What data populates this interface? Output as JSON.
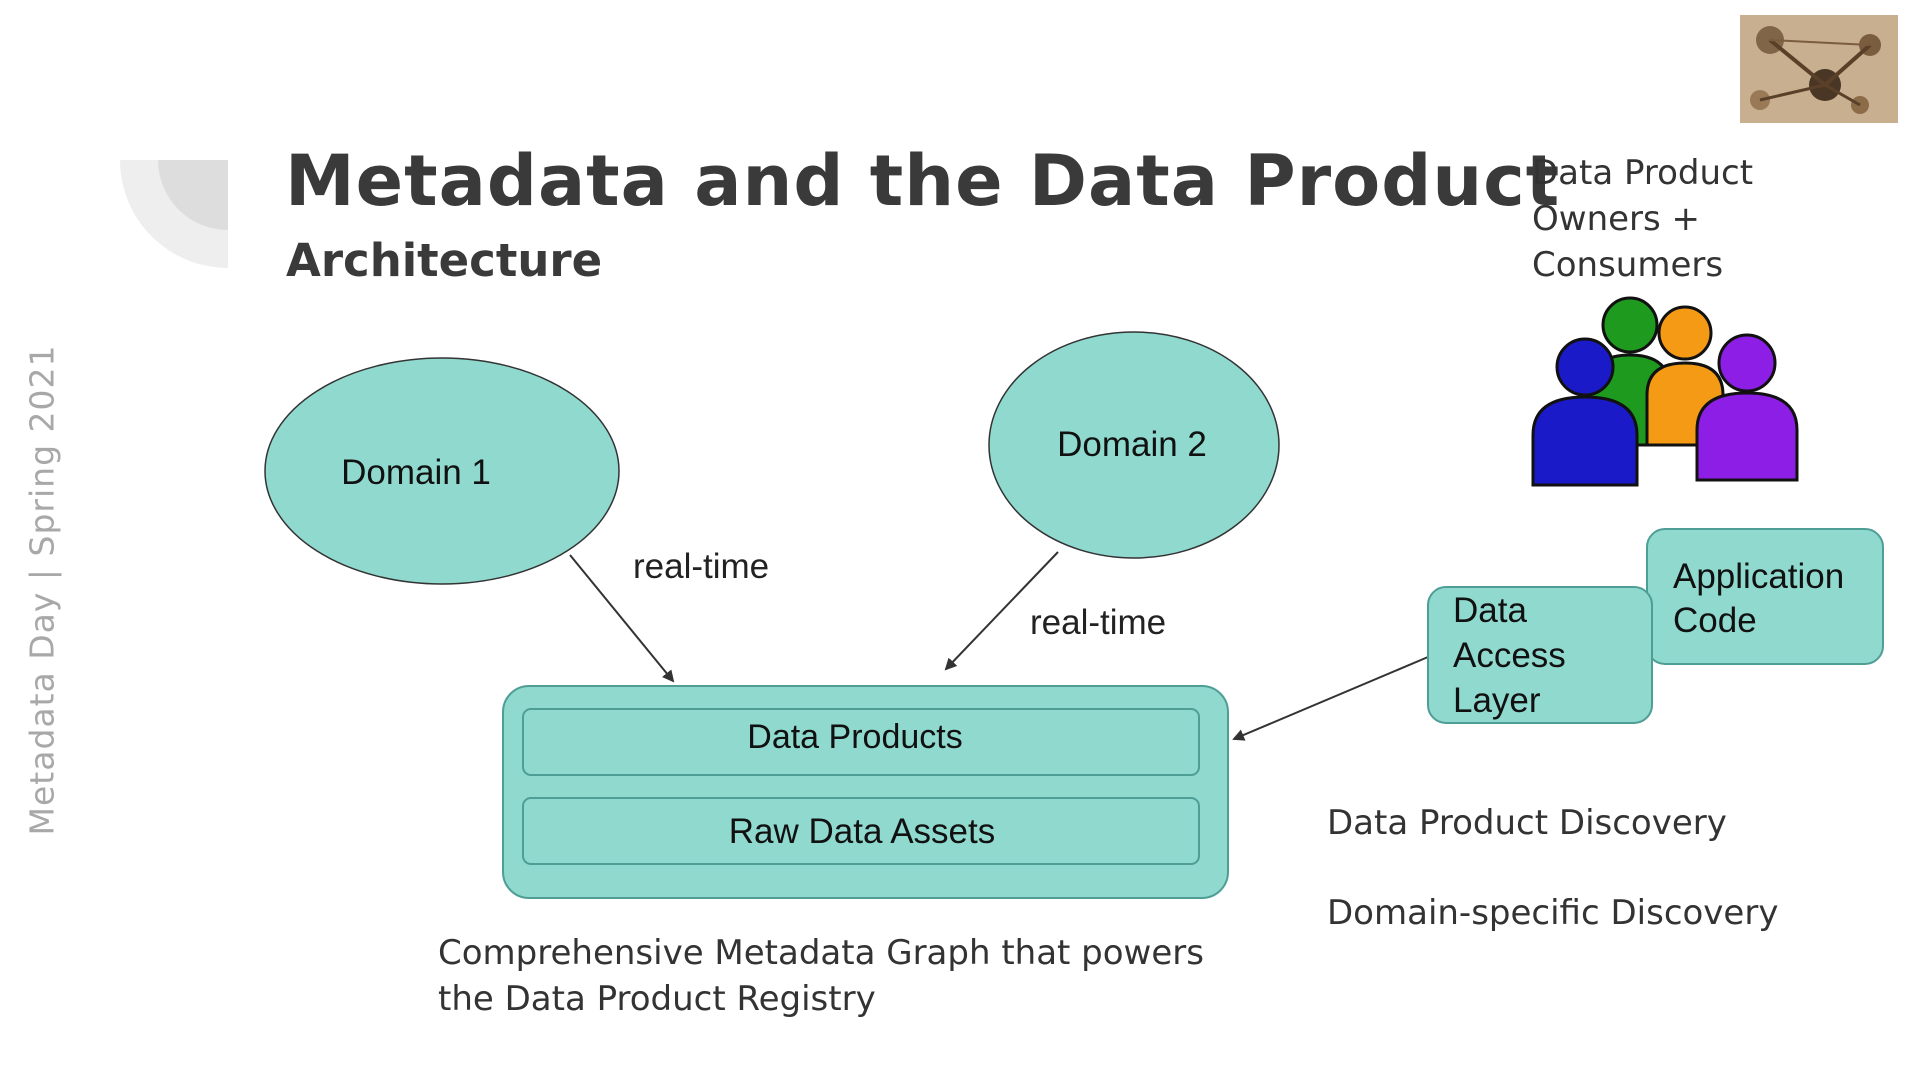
{
  "slide": {
    "title": "Metadata and the Data Product",
    "subtitle": "Architecture",
    "side_label": "Metadata Day | Spring 2021"
  },
  "owners": {
    "label_lines": [
      "Data Product",
      "Owners +",
      "Consumers"
    ],
    "people_colors": [
      "#1a1ac8",
      "#1e9a1e",
      "#f59a14",
      "#8c1ee6"
    ]
  },
  "domains": {
    "domain1": "Domain 1",
    "domain2": "Domain 2"
  },
  "edges": {
    "realtime1": "real-time",
    "realtime2": "real-time"
  },
  "registry": {
    "data_products": "Data Products",
    "raw_assets": "Raw Data Assets",
    "caption_lines": [
      "Comprehensive Metadata Graph that powers",
      "the Data Product Registry"
    ]
  },
  "access": {
    "data_access_lines": [
      "Data",
      "Access",
      "Layer"
    ],
    "application_lines": [
      "Application",
      "Code"
    ]
  },
  "discovery": {
    "product": "Data Product Discovery",
    "domain": "Domain-specific Discovery"
  },
  "colors": {
    "teal_fill": "#8fd9cf",
    "teal_stroke": "#4f9e96",
    "title": "#3a3a3a",
    "side_label": "#a8a8a8"
  }
}
